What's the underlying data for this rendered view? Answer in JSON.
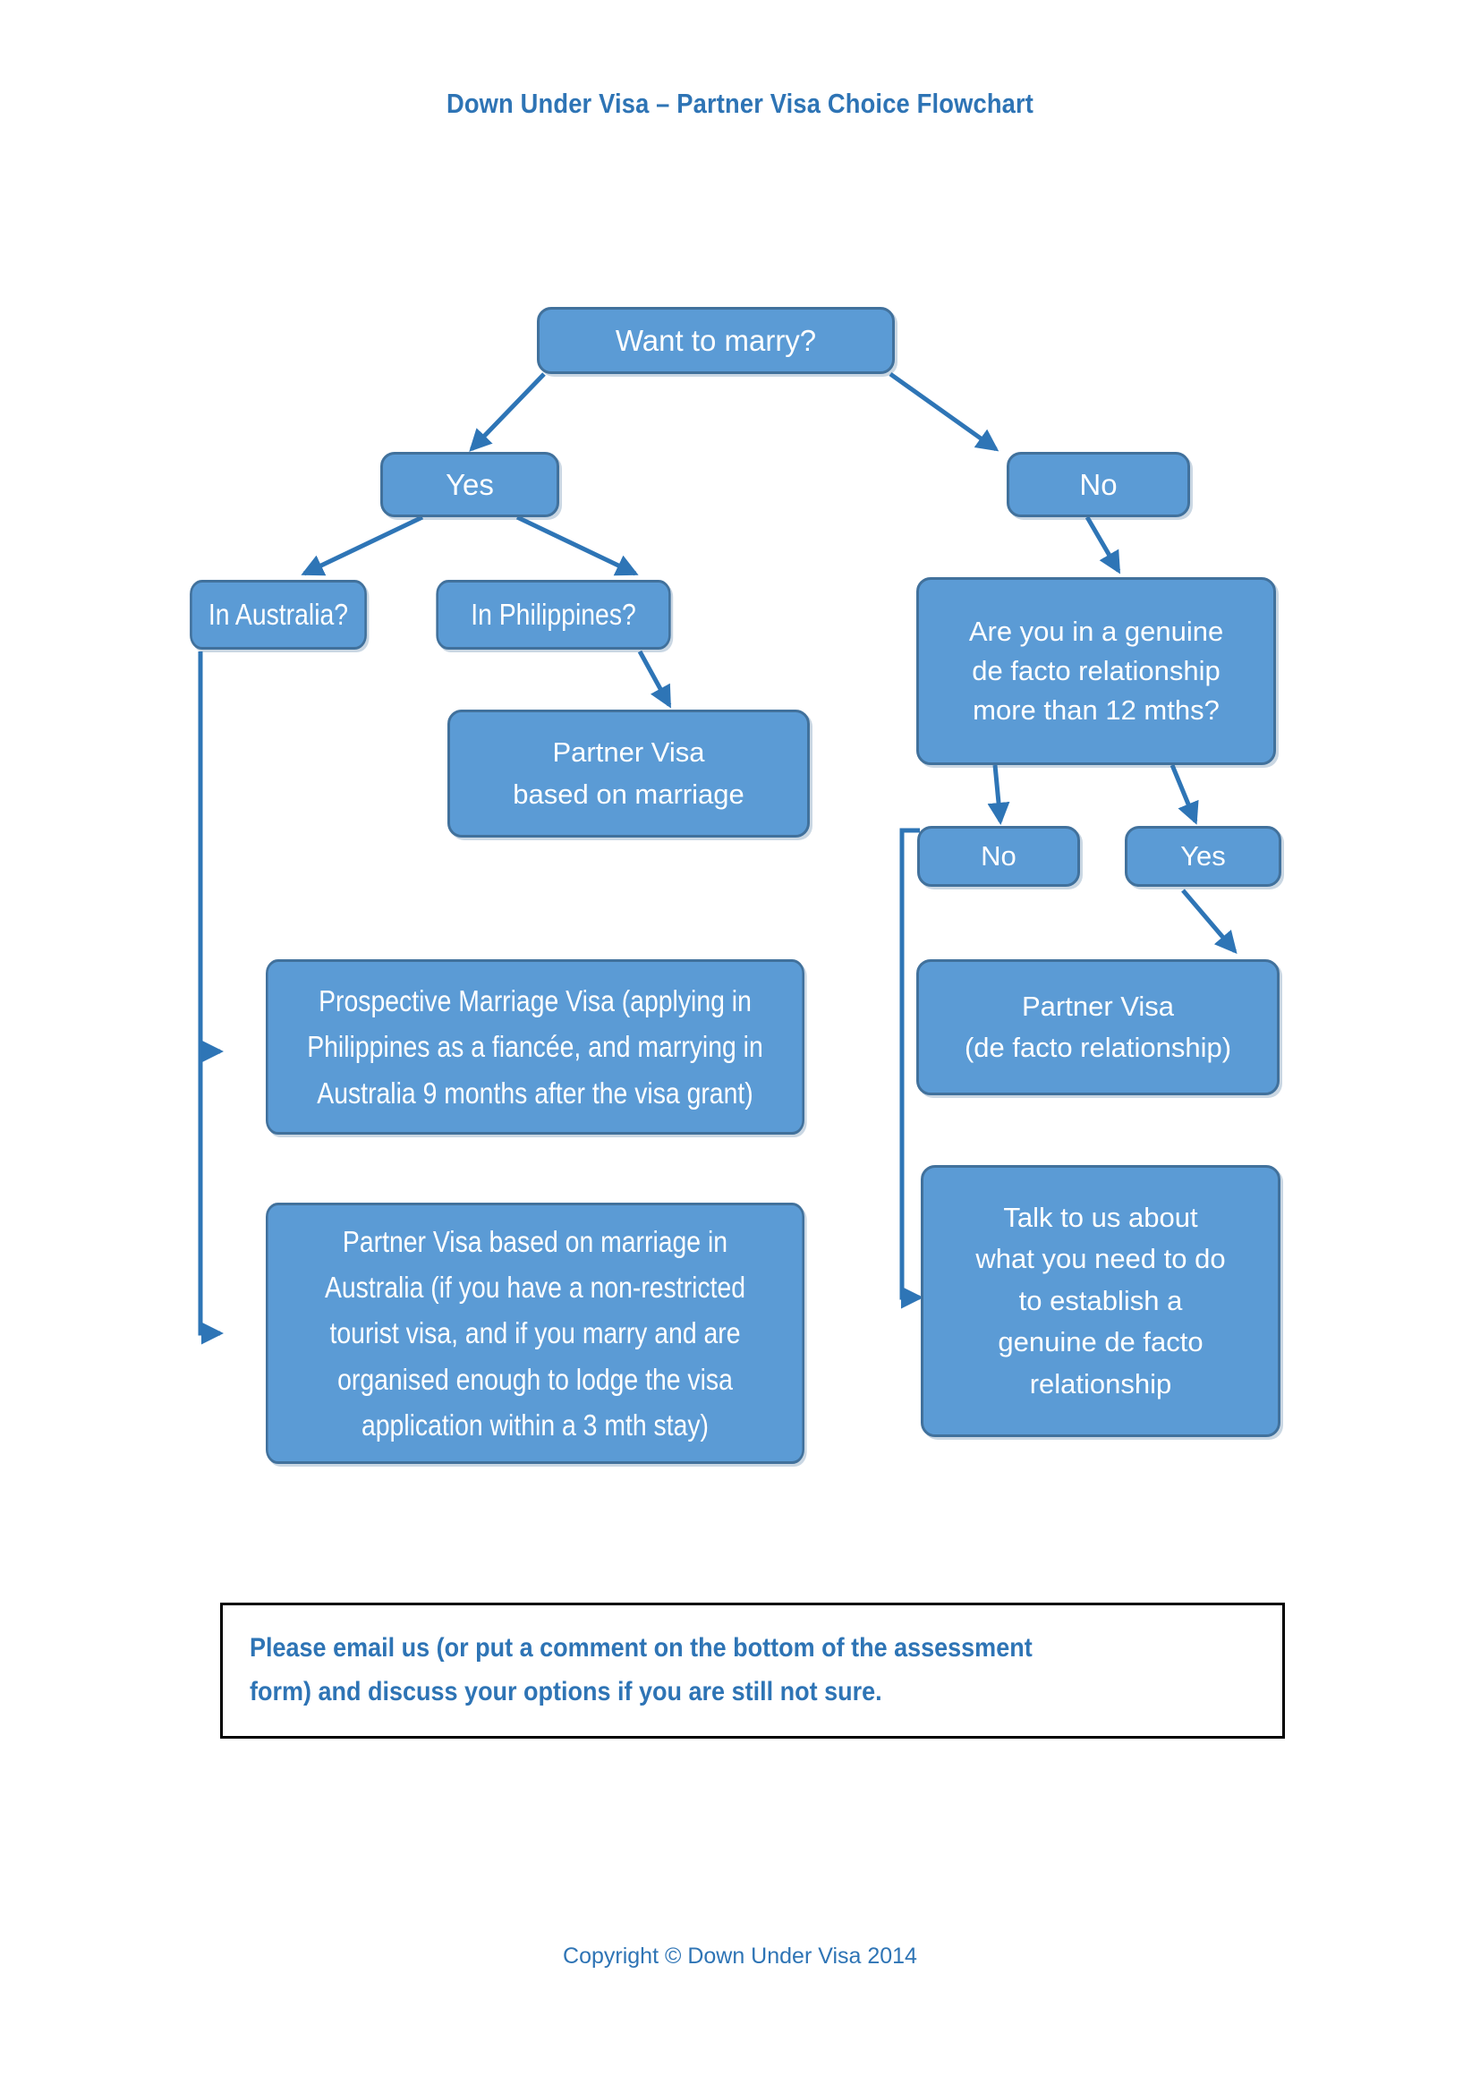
{
  "page": {
    "title": "Down Under Visa – Partner Visa Choice Flowchart",
    "footer": "Copyright © Down Under Visa 2014",
    "note": "Please email us (or put a comment on the bottom of the assessment\nform) and discuss your options if you are still not sure."
  },
  "colors": {
    "node_fill": "#5B9BD5",
    "node_border": "#41719C",
    "node_text": "#FFFFFF",
    "heading_blue": "#2E74B5",
    "connector": "#2E75B6",
    "note_border": "#000000",
    "page_background": "#FFFFFF"
  },
  "flowchart": {
    "type": "decision-tree",
    "nodes": [
      {
        "id": "want-to-marry",
        "label": "Want to marry?"
      },
      {
        "id": "yes-marry",
        "label": "Yes"
      },
      {
        "id": "no-marry",
        "label": "No"
      },
      {
        "id": "in-australia",
        "label": "In Australia?"
      },
      {
        "id": "in-philippines",
        "label": "In Philippines?"
      },
      {
        "id": "de-facto-question",
        "label": "Are you in a genuine\nde facto relationship\nmore than 12 mths?"
      },
      {
        "id": "partner-visa-marriage",
        "label": "Partner Visa\nbased on marriage"
      },
      {
        "id": "no-defacto",
        "label": "No"
      },
      {
        "id": "yes-defacto",
        "label": "Yes"
      },
      {
        "id": "prospective-marriage-visa",
        "label": "Prospective Marriage Visa (applying in\nPhilippines as a fiancée, and marrying in\nAustralia 9 months after the visa grant)"
      },
      {
        "id": "partner-visa-defacto",
        "label": "Partner Visa\n(de facto relationship)"
      },
      {
        "id": "partner-visa-australia",
        "label": "Partner Visa based on marriage in\nAustralia (if you have a non-restricted\ntourist visa, and if you marry and are\norganised enough to lodge the visa\napplication within a 3 mth stay)"
      },
      {
        "id": "talk-to-us",
        "label": "Talk to us about\nwhat you need to do\nto establish a\ngenuine de facto\nrelationship"
      }
    ],
    "edges": [
      {
        "from": "want-to-marry",
        "to": "yes-marry"
      },
      {
        "from": "want-to-marry",
        "to": "no-marry"
      },
      {
        "from": "yes-marry",
        "to": "in-australia"
      },
      {
        "from": "yes-marry",
        "to": "in-philippines"
      },
      {
        "from": "no-marry",
        "to": "de-facto-question"
      },
      {
        "from": "in-philippines",
        "to": "partner-visa-marriage"
      },
      {
        "from": "in-australia",
        "to": "prospective-marriage-visa"
      },
      {
        "from": "in-australia",
        "to": "partner-visa-australia"
      },
      {
        "from": "de-facto-question",
        "to": "no-defacto"
      },
      {
        "from": "de-facto-question",
        "to": "yes-defacto"
      },
      {
        "from": "yes-defacto",
        "to": "partner-visa-defacto"
      },
      {
        "from": "no-defacto",
        "to": "talk-to-us"
      }
    ]
  }
}
